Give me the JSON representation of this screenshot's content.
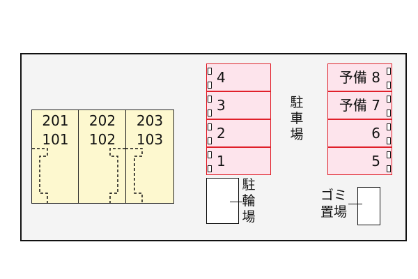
{
  "units": [
    {
      "upper": "201",
      "lower": "101"
    },
    {
      "upper": "202",
      "lower": "102"
    },
    {
      "upper": "203",
      "lower": "103"
    }
  ],
  "parking_label": "駐車場",
  "parking_left": [
    "4",
    "3",
    "2",
    "1"
  ],
  "parking_right": [
    "予備 8",
    "予備 7",
    "6",
    "5"
  ],
  "bicycle_label": "駐輪場",
  "garbage_label": [
    "ゴミ",
    "置場"
  ],
  "colors": {
    "building": "#fdf8cf",
    "parking_fill": "#fde4ec",
    "parking_border": "#e0202a",
    "site": "#f4f4f4"
  }
}
